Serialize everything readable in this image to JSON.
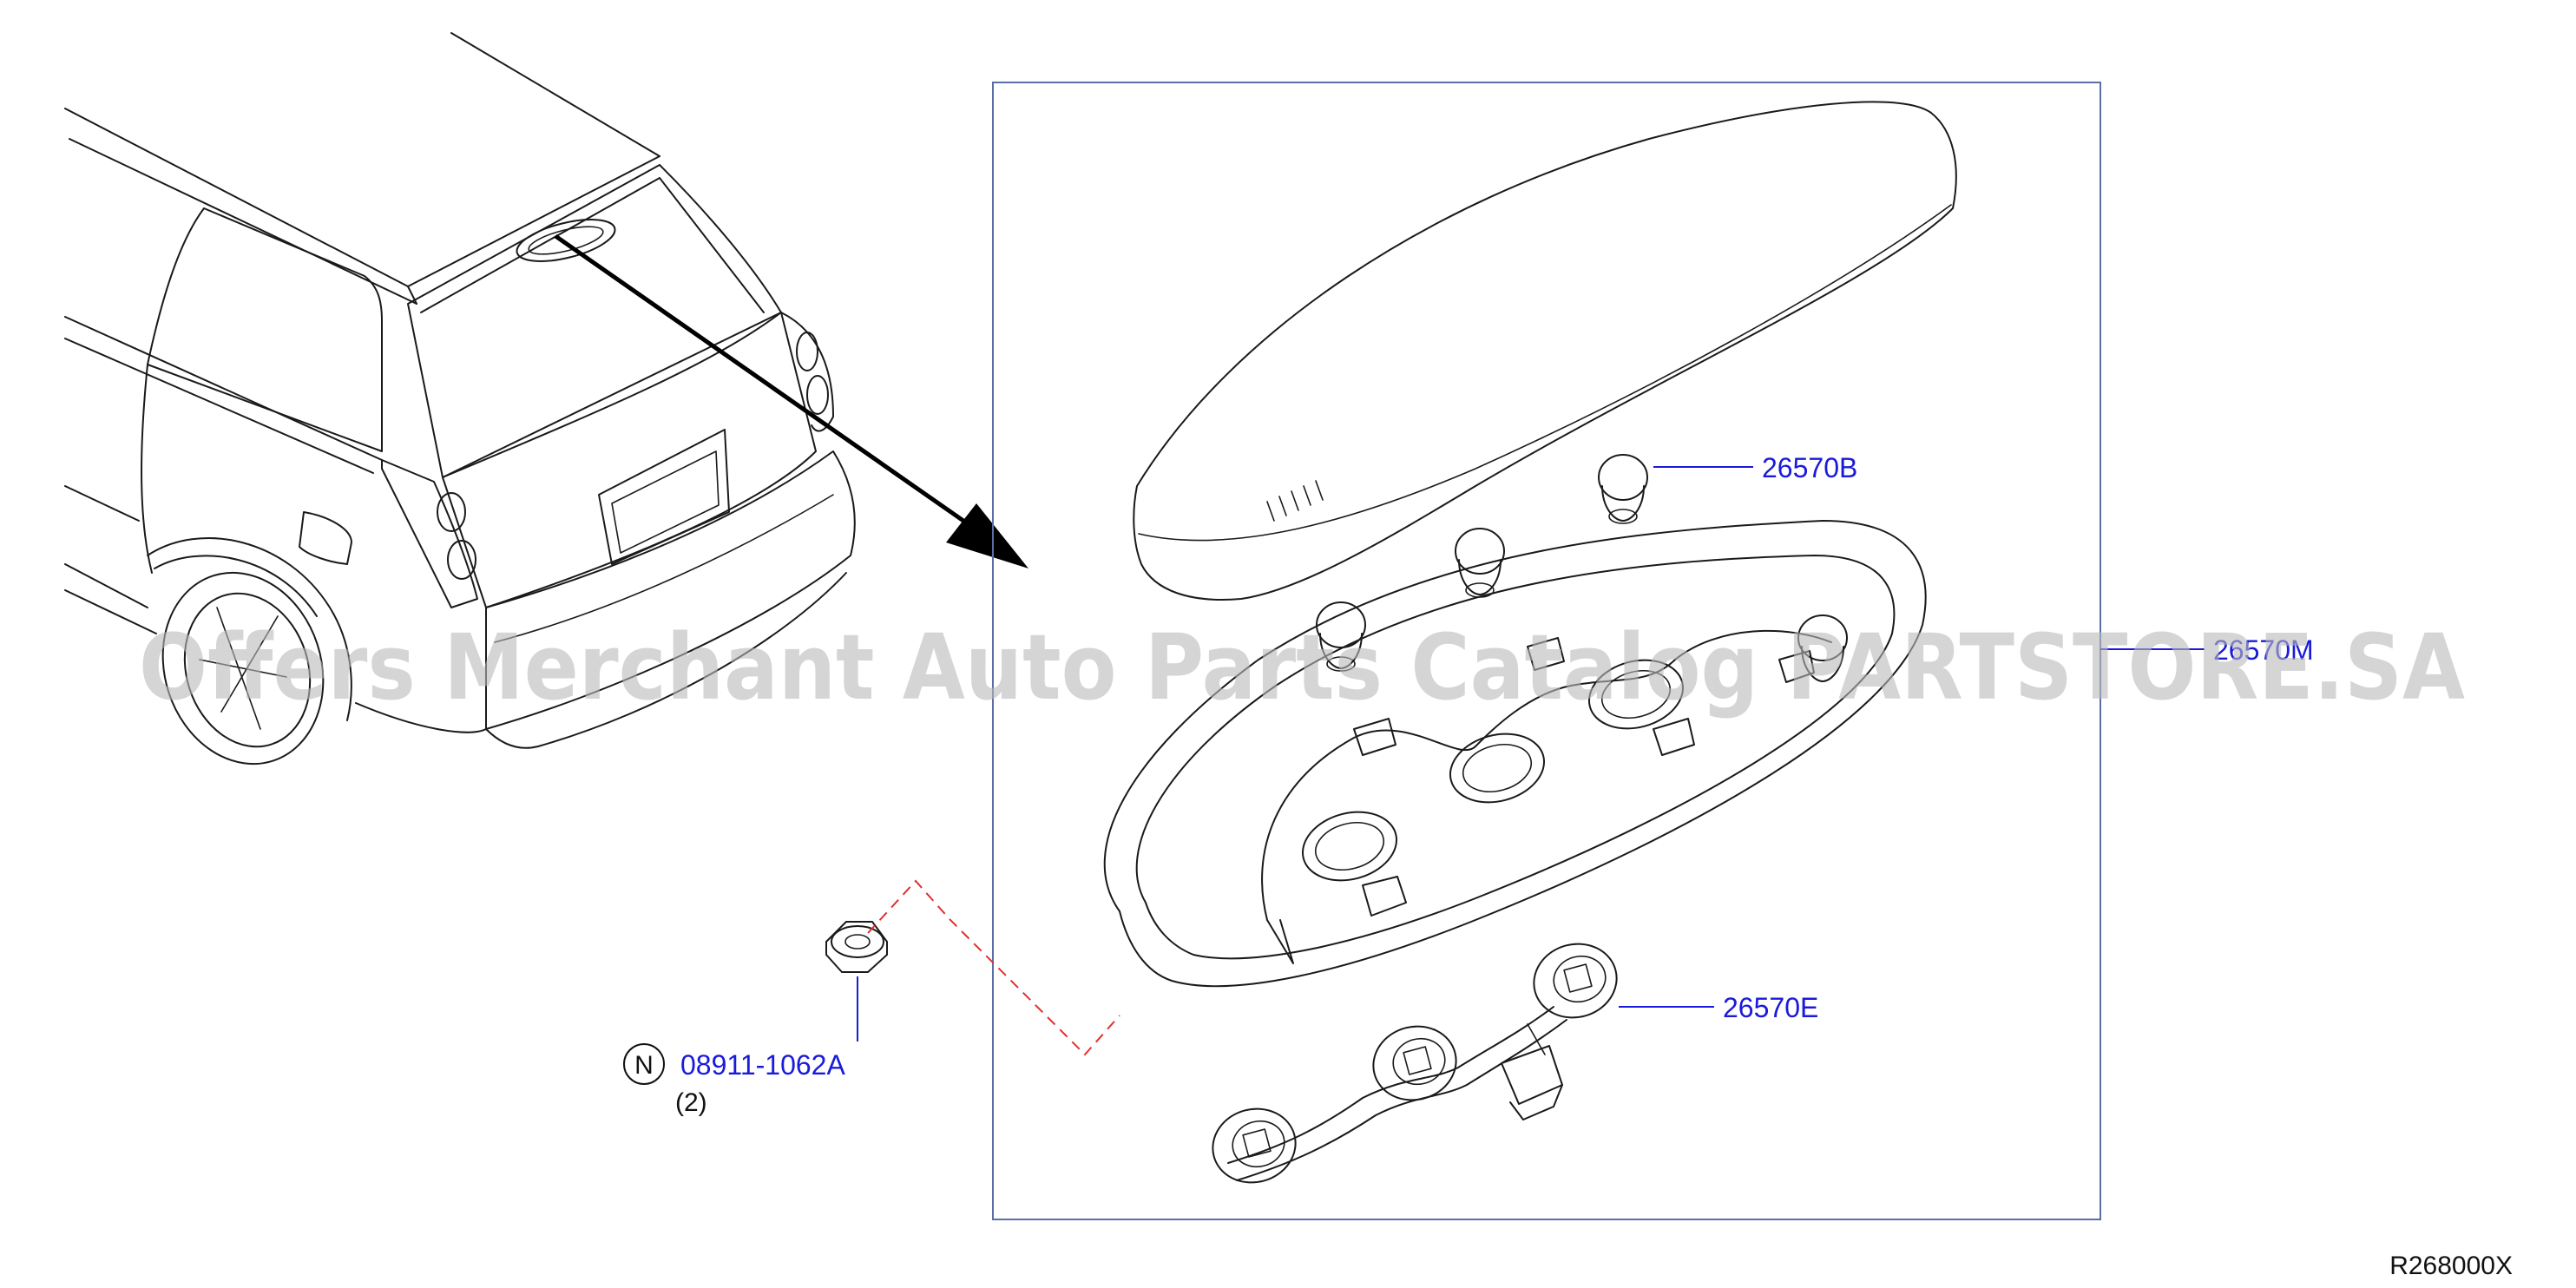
{
  "parts": {
    "bulb": "26570B",
    "housing": "26570M",
    "socket_harness": "26570E",
    "nut_prefix": "N",
    "nut": "08911-1062A",
    "nut_qty": "(2)"
  },
  "diagram_code": "R268000X",
  "watermark": "Offers Merchant Auto Parts Catalog PARTSTORE.SA",
  "colors": {
    "label_blue": "#1a1adb",
    "frame": "#5b6fa6",
    "dashed_leader": "#e03030"
  }
}
